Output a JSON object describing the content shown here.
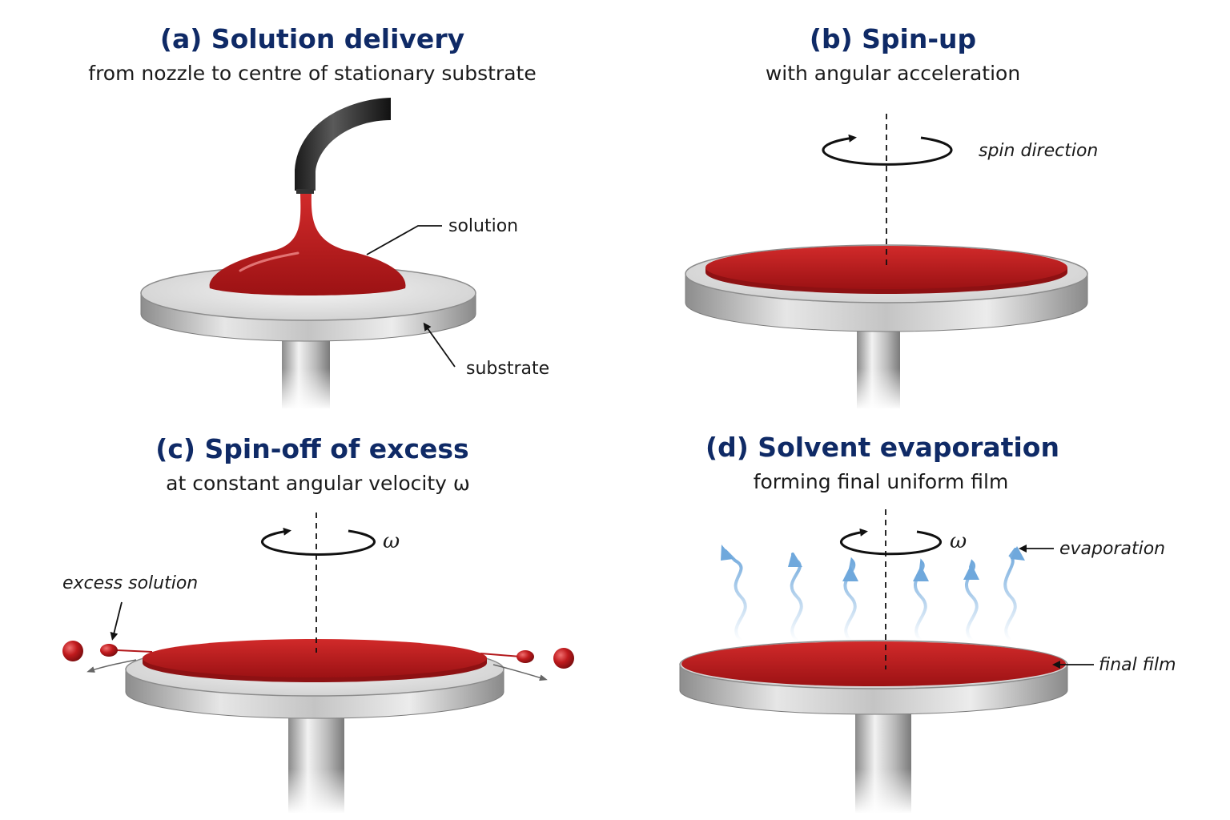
{
  "colors": {
    "title": "#0f2a66",
    "solution": "#b3191c",
    "evaporation": "#6fa8dc"
  },
  "panels": {
    "a": {
      "title": "(a) Solution delivery",
      "subtitle": "from nozzle to centre of stationary substrate",
      "label_solution": "solution",
      "label_substrate": "substrate"
    },
    "b": {
      "title": "(b) Spin-up",
      "subtitle": "with angular acceleration",
      "label_spin": "spin direction"
    },
    "c": {
      "title": "(c) Spin-off of excess",
      "subtitle": "at constant angular velocity ω",
      "label_excess": "excess solution",
      "omega": "ω"
    },
    "d": {
      "title": "(d) Solvent evaporation",
      "subtitle": "forming final uniform film",
      "label_evaporation": "evaporation",
      "label_film": "final film",
      "omega": "ω"
    }
  }
}
